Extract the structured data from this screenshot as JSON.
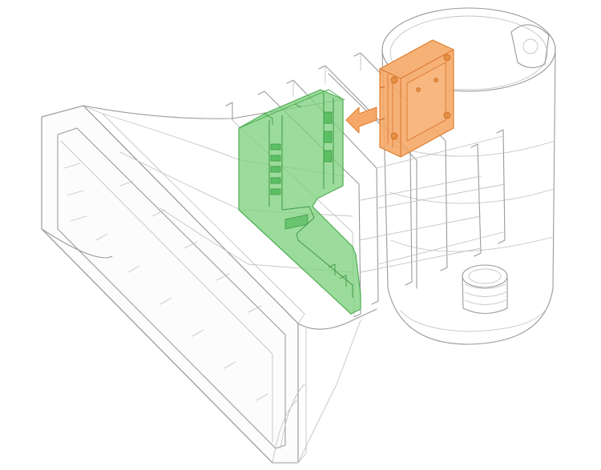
{
  "palette": {
    "outline": "#9a9a9a",
    "outline_light": "#c4c4c4",
    "green_part": "#7fd17f",
    "green_stroke": "#4fae55",
    "orange_part": "#f5a868",
    "orange_stroke": "#e07f2e",
    "background": "#ffffff"
  },
  "parts": [
    {
      "id": "funnel-housing",
      "fill": "none"
    },
    {
      "id": "green-bracket",
      "fill": "#7fd17f"
    },
    {
      "id": "orange-module",
      "fill": "#f5a868"
    },
    {
      "id": "cylindrical-tank",
      "fill": "none"
    },
    {
      "id": "insert-arrow",
      "fill": "#f5a868"
    }
  ]
}
